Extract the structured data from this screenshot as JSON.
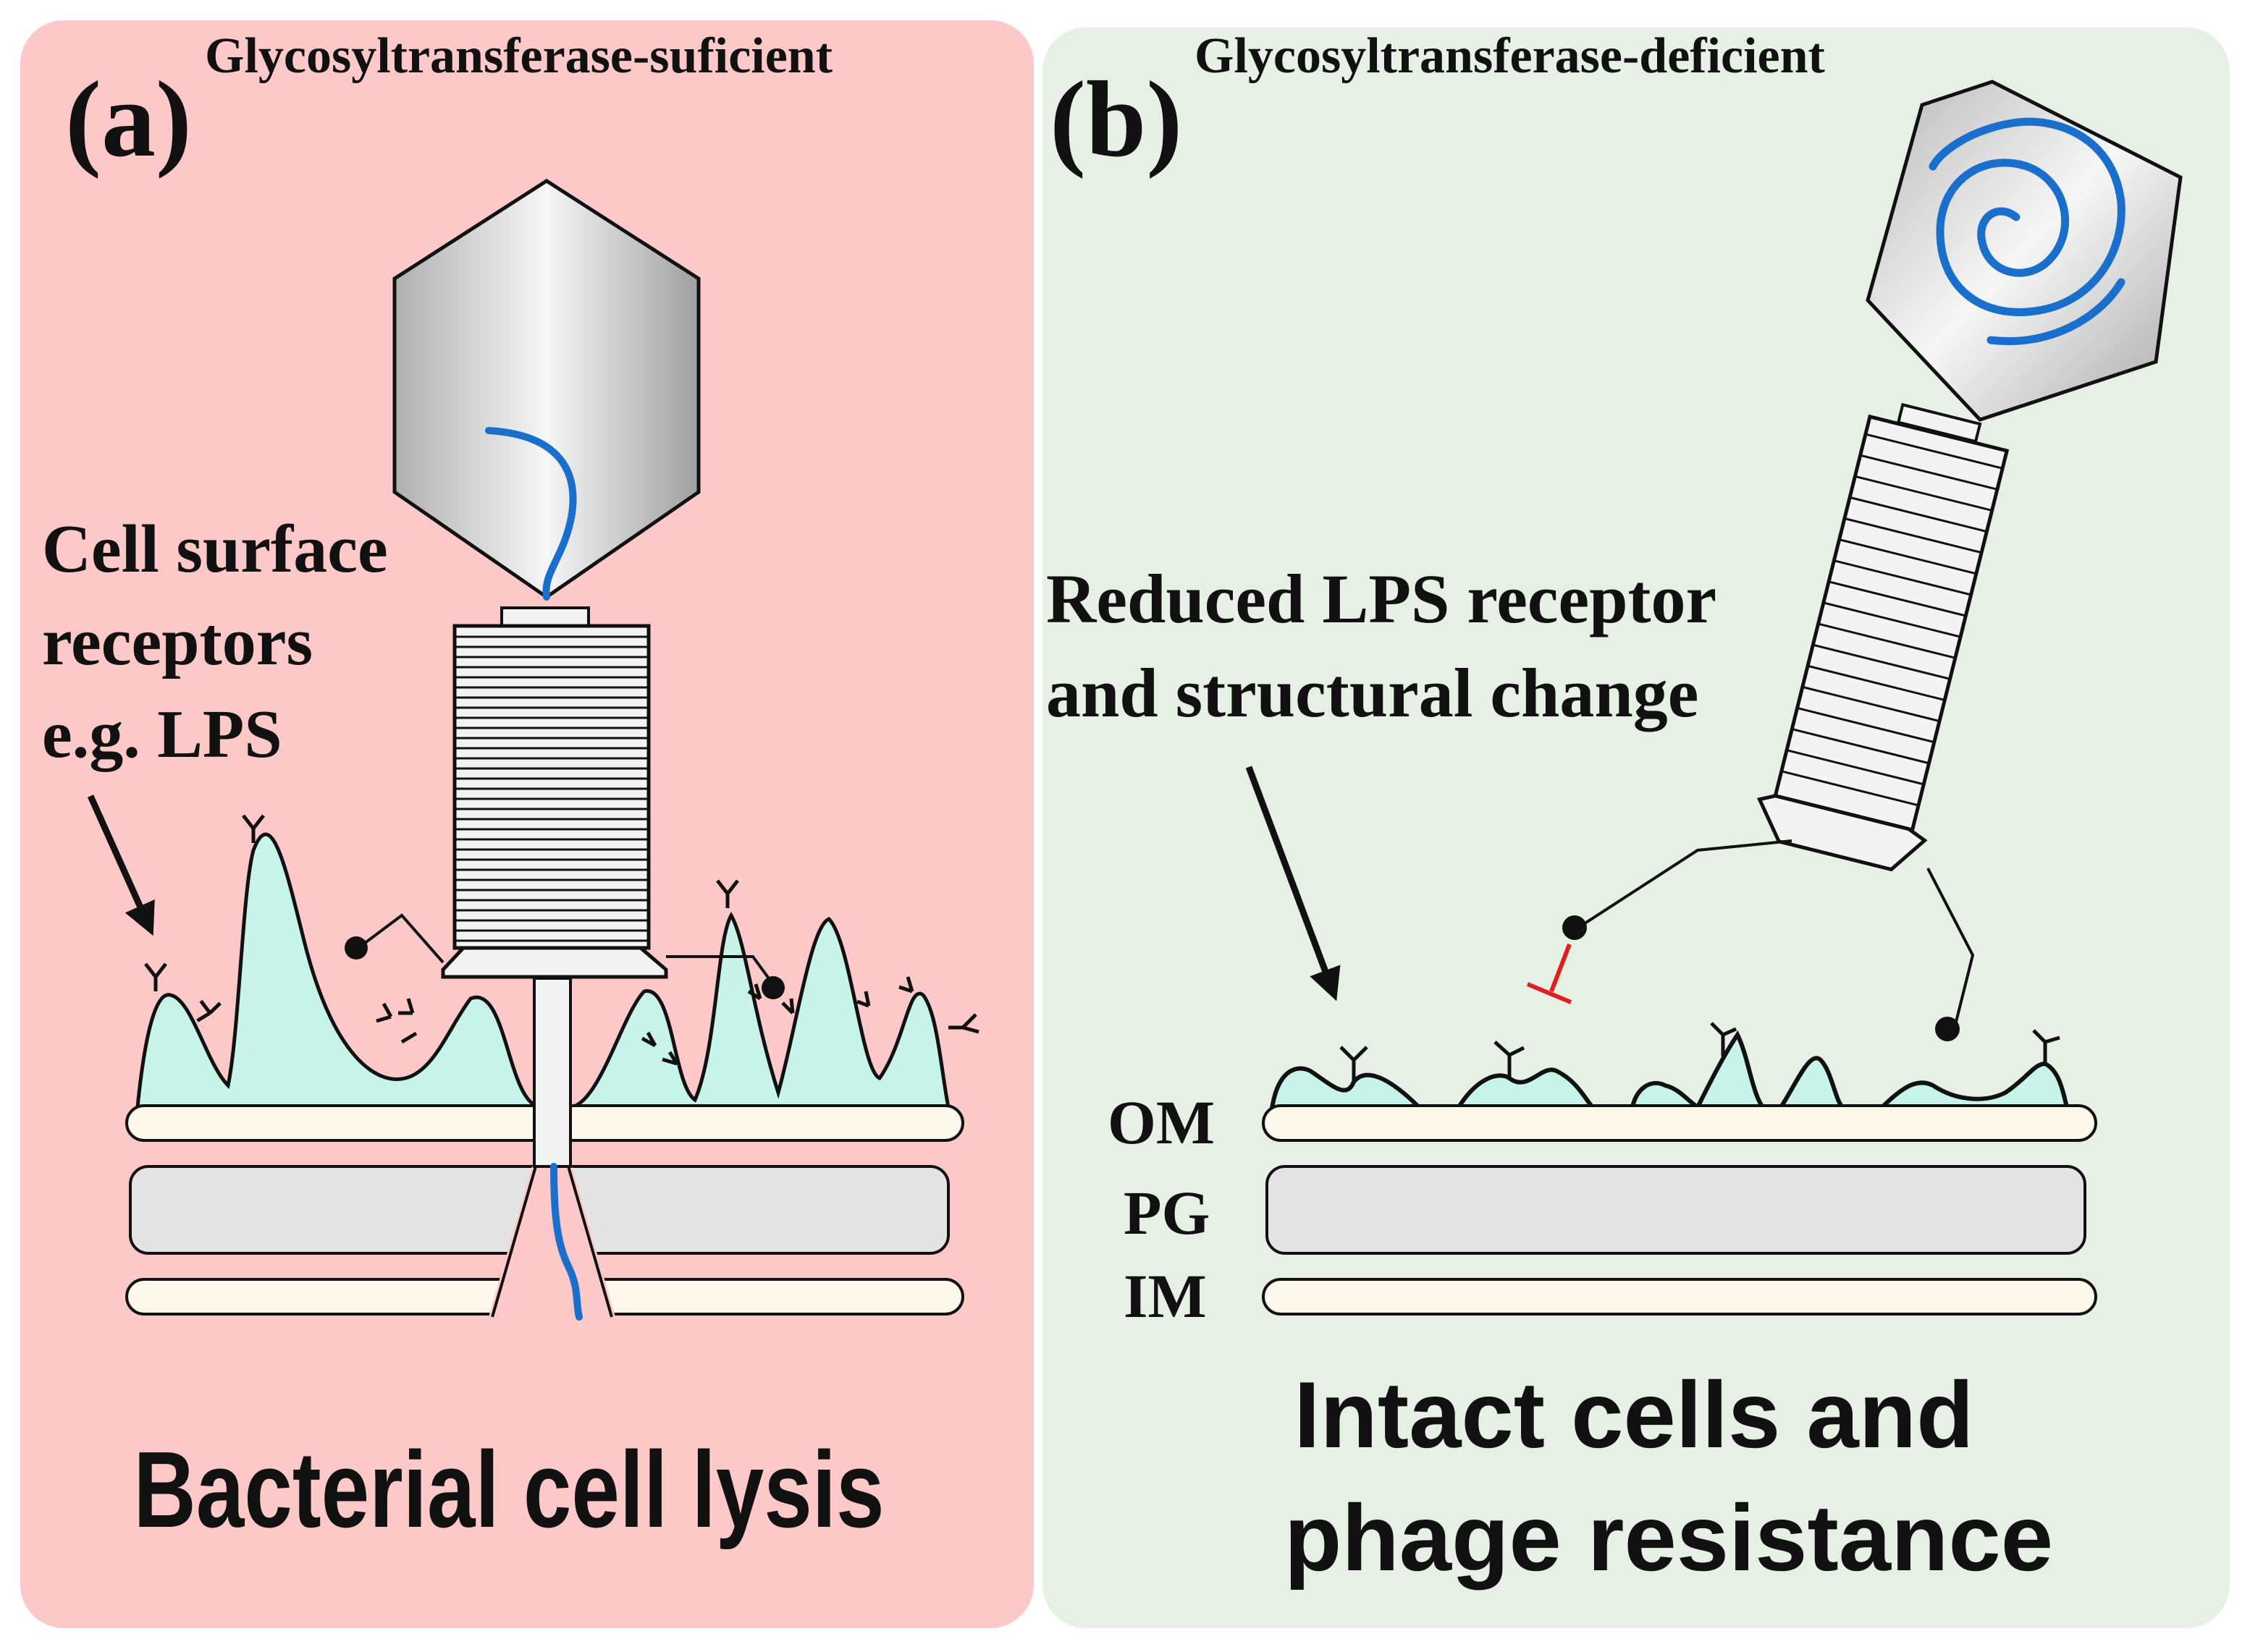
{
  "panel_a": {
    "label": "(a)",
    "title": "Glycosyltransferase-suficient",
    "callout_lines": [
      "Cell surface",
      "receptors",
      "e.g. LPS"
    ],
    "caption": "Bacterial cell lysis",
    "background": "#fdc8c8"
  },
  "panel_b": {
    "label": "(b)",
    "title": "Glycosyltransferase-deficient",
    "callout_lines": [
      "Reduced LPS receptor",
      "and structural change"
    ],
    "layer_labels": [
      "OM",
      "PG",
      "IM"
    ],
    "caption_lines": [
      "Intact cells and",
      "phage resistance"
    ],
    "background": "#e6f0e5"
  },
  "colors": {
    "lps": "#c8f3e8",
    "membrane": "#fdf8ec",
    "peptidoglycan": "#e4e4e4",
    "dna": "#1a6fcd",
    "block": "#e02020",
    "capsid_light": "#f3f3f3",
    "capsid_dark": "#a8a8a8"
  }
}
